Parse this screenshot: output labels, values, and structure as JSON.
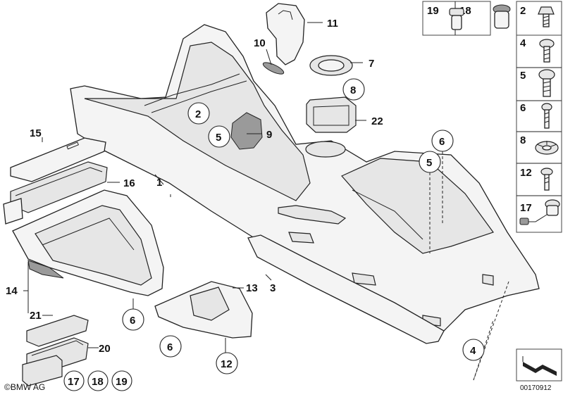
{
  "callouts": {
    "c1": "1",
    "c2": "2",
    "c3": "3",
    "c4": "4",
    "c5a": "5",
    "c5b": "5",
    "c6a": "6",
    "c6b": "6",
    "c6c": "6",
    "c7": "7",
    "c8": "8",
    "c9": "9",
    "c10": "10",
    "c11": "11",
    "c12": "12",
    "c13": "13",
    "c14": "14",
    "c15": "15",
    "c16": "16",
    "c17": "17",
    "c18": "18",
    "c19": "19",
    "c20": "20",
    "c21": "21",
    "c22": "22"
  },
  "sidebar": {
    "top_labels": [
      "19",
      "18",
      "2"
    ],
    "items": [
      "4",
      "5",
      "6",
      "8",
      "12",
      "17"
    ]
  },
  "footer": {
    "brand": "©BMW AG",
    "drawing_number": "00170912"
  }
}
